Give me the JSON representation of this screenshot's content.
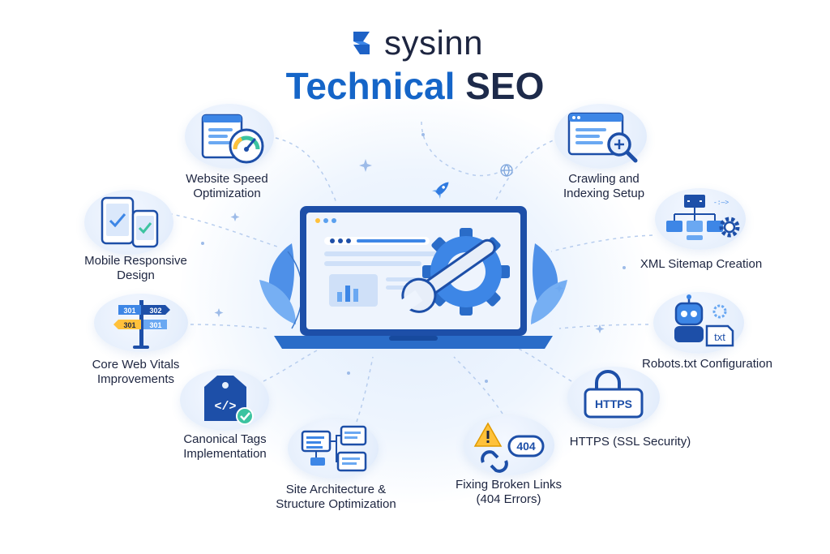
{
  "brand": {
    "name": "sysinn",
    "logo_icon": "s-logo-icon"
  },
  "title": {
    "part1": "Technical",
    "part2": "SEO"
  },
  "colors": {
    "accent_blue": "#1565c8",
    "dark_navy": "#1d2a4a",
    "light_disc": "#e6effc",
    "leaf_blue": "#3d86e6"
  },
  "center": {
    "icon": "laptop-wrench-gear-icon"
  },
  "features": [
    {
      "line1": "Website Speed",
      "line2": "Optimization",
      "icon": "speed-gauge-icon"
    },
    {
      "line1": "Mobile Responsive",
      "line2": "Design",
      "icon": "mobile-devices-icon"
    },
    {
      "line1": "Core Web Vitals",
      "line2": "Improvements",
      "icon": "signpost-redirect-icon",
      "badges": [
        "301",
        "302",
        "301",
        "301"
      ]
    },
    {
      "line1": "Canonical Tags",
      "line2": "Implementation",
      "icon": "code-tag-icon",
      "code": "</>"
    },
    {
      "line1": "Site Architecture &",
      "line2": "Structure Optimization",
      "icon": "site-structure-icon"
    },
    {
      "line1": "Fixing Broken Links",
      "line2": "(404 Errors)",
      "icon": "broken-link-icon",
      "code": "404"
    },
    {
      "line1": "HTTPS (SSL Security)",
      "line2": "",
      "icon": "https-lock-icon",
      "code": "HTTPS"
    },
    {
      "line1": "Robots.txt Configuration",
      "line2": "",
      "icon": "robot-txt-icon",
      "code": "txt"
    },
    {
      "line1": "XML Sitemap Creation",
      "line2": "",
      "icon": "sitemap-tree-icon"
    },
    {
      "line1": "Crawling and",
      "line2": "Indexing Setup",
      "icon": "browser-magnifier-icon"
    }
  ]
}
